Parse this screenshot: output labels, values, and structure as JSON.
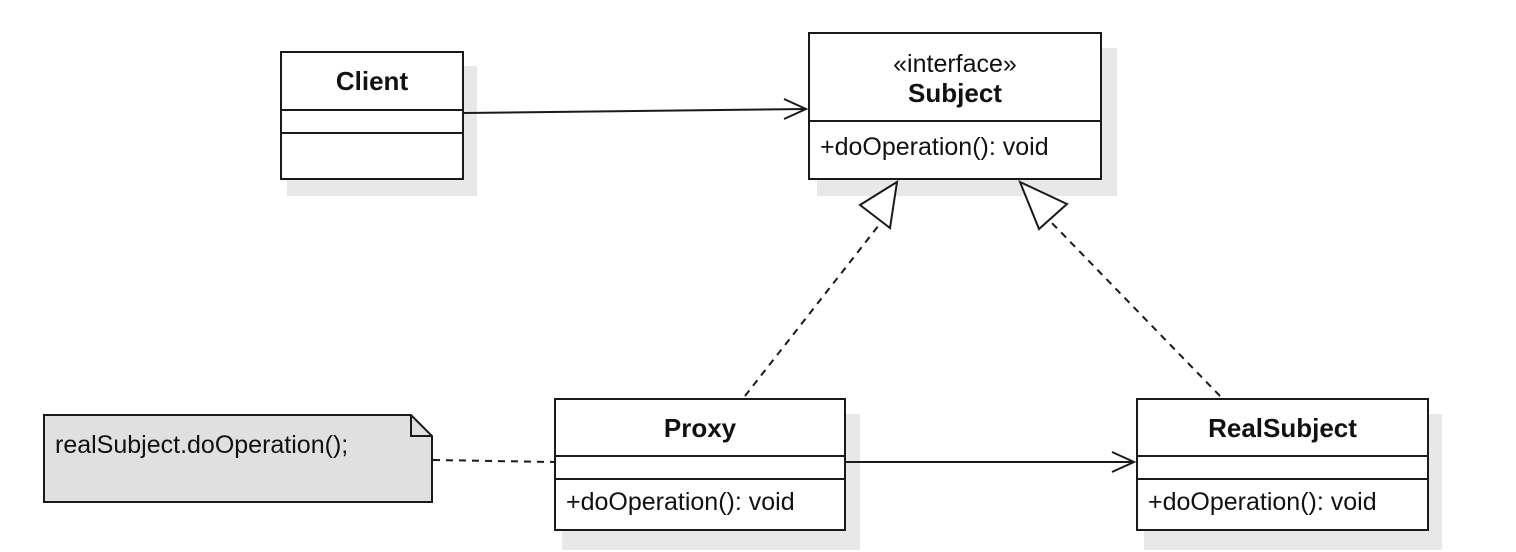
{
  "classes": {
    "client": {
      "name": "Client",
      "methods": []
    },
    "subject": {
      "stereotype": "«interface»",
      "name": "Subject",
      "methods": [
        "+doOperation(): void"
      ]
    },
    "proxy": {
      "name": "Proxy",
      "methods": [
        "+doOperation(): void"
      ]
    },
    "real_subject": {
      "name": "RealSubject",
      "methods": [
        "+doOperation(): void"
      ]
    }
  },
  "note": {
    "text": "realSubject.doOperation();"
  },
  "relationships": [
    {
      "from": "Client",
      "to": "Subject",
      "type": "association"
    },
    {
      "from": "Proxy",
      "to": "Subject",
      "type": "realization"
    },
    {
      "from": "RealSubject",
      "to": "Subject",
      "type": "realization"
    },
    {
      "from": "Proxy",
      "to": "RealSubject",
      "type": "association"
    },
    {
      "from": "note",
      "to": "Proxy",
      "type": "note-link"
    }
  ],
  "colors": {
    "line": "#1a1a1a",
    "note_fill": "#e0e0e0",
    "shadow": "#e8e8e8",
    "background": "#ffffff"
  }
}
